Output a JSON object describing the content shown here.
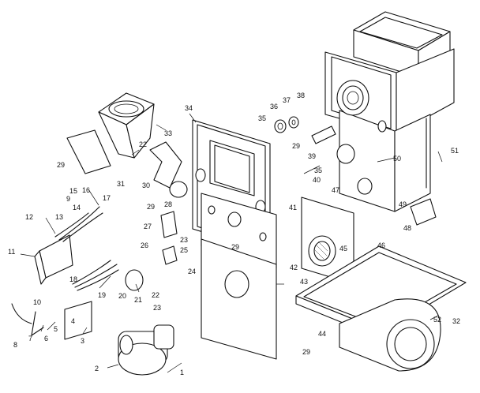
{
  "diagram": {
    "callouts": [
      {
        "id": "c1",
        "text": "1"
      },
      {
        "id": "c2",
        "text": "2"
      },
      {
        "id": "c3",
        "text": "3"
      },
      {
        "id": "c4",
        "text": "4"
      },
      {
        "id": "c5",
        "text": "5"
      },
      {
        "id": "c6",
        "text": "6"
      },
      {
        "id": "c7",
        "text": "7"
      },
      {
        "id": "c8",
        "text": "8"
      },
      {
        "id": "c9",
        "text": "9"
      },
      {
        "id": "c10",
        "text": "10"
      },
      {
        "id": "c11",
        "text": "11"
      },
      {
        "id": "c12",
        "text": "12"
      },
      {
        "id": "c13",
        "text": "13"
      },
      {
        "id": "c14",
        "text": "14"
      },
      {
        "id": "c15",
        "text": "15"
      },
      {
        "id": "c16",
        "text": "16"
      },
      {
        "id": "c17",
        "text": "17"
      },
      {
        "id": "c18",
        "text": "18"
      },
      {
        "id": "c19",
        "text": "19"
      },
      {
        "id": "c20",
        "text": "20"
      },
      {
        "id": "c21",
        "text": "21"
      },
      {
        "id": "c22a",
        "text": "22"
      },
      {
        "id": "c22b",
        "text": "22"
      },
      {
        "id": "c23a",
        "text": "23"
      },
      {
        "id": "c23b",
        "text": "23"
      },
      {
        "id": "c24",
        "text": "24"
      },
      {
        "id": "c25",
        "text": "25"
      },
      {
        "id": "c26",
        "text": "26"
      },
      {
        "id": "c27",
        "text": "27"
      },
      {
        "id": "c28",
        "text": "28"
      },
      {
        "id": "c29a",
        "text": "29"
      },
      {
        "id": "c29b",
        "text": "29"
      },
      {
        "id": "c29c",
        "text": "29"
      },
      {
        "id": "c29d",
        "text": "29"
      },
      {
        "id": "c29e",
        "text": "29"
      },
      {
        "id": "c30",
        "text": "30"
      },
      {
        "id": "c31",
        "text": "31"
      },
      {
        "id": "c32",
        "text": "32"
      },
      {
        "id": "c33",
        "text": "33"
      },
      {
        "id": "c34",
        "text": "34"
      },
      {
        "id": "c35a",
        "text": "35"
      },
      {
        "id": "c35b",
        "text": "35"
      },
      {
        "id": "c36",
        "text": "36"
      },
      {
        "id": "c37",
        "text": "37"
      },
      {
        "id": "c38",
        "text": "38"
      },
      {
        "id": "c39",
        "text": "39"
      },
      {
        "id": "c40",
        "text": "40"
      },
      {
        "id": "c41",
        "text": "41"
      },
      {
        "id": "c42",
        "text": "42"
      },
      {
        "id": "c43",
        "text": "43"
      },
      {
        "id": "c44",
        "text": "44"
      },
      {
        "id": "c45",
        "text": "45"
      },
      {
        "id": "c46",
        "text": "46"
      },
      {
        "id": "c47",
        "text": "47"
      },
      {
        "id": "c48",
        "text": "48"
      },
      {
        "id": "c49",
        "text": "49"
      },
      {
        "id": "c50",
        "text": "50"
      },
      {
        "id": "c51",
        "text": "51"
      },
      {
        "id": "c52",
        "text": "52"
      }
    ]
  }
}
